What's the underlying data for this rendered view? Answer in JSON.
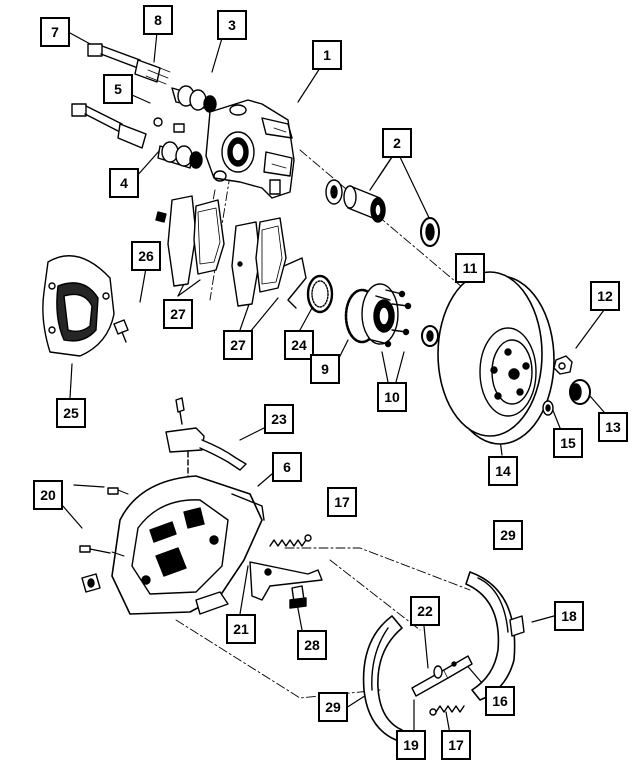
{
  "figure": {
    "type": "exploded-parts-diagram",
    "subject": "rear disc brake, hub and parking brake assembly"
  },
  "callouts": [
    {
      "id": "c7",
      "label": "7"
    },
    {
      "id": "c8",
      "label": "8"
    },
    {
      "id": "c3",
      "label": "3"
    },
    {
      "id": "c1",
      "label": "1"
    },
    {
      "id": "c5",
      "label": "5"
    },
    {
      "id": "c4",
      "label": "4"
    },
    {
      "id": "c2",
      "label": "2"
    },
    {
      "id": "c26",
      "label": "26"
    },
    {
      "id": "c27a",
      "label": "27"
    },
    {
      "id": "c27b",
      "label": "27"
    },
    {
      "id": "c11",
      "label": "11"
    },
    {
      "id": "c12",
      "label": "12"
    },
    {
      "id": "c24",
      "label": "24"
    },
    {
      "id": "c9",
      "label": "9"
    },
    {
      "id": "c10",
      "label": "10"
    },
    {
      "id": "c25",
      "label": "25"
    },
    {
      "id": "c15",
      "label": "15"
    },
    {
      "id": "c13",
      "label": "13"
    },
    {
      "id": "c23",
      "label": "23"
    },
    {
      "id": "c14",
      "label": "14"
    },
    {
      "id": "c6",
      "label": "6"
    },
    {
      "id": "c20",
      "label": "20"
    },
    {
      "id": "c17a",
      "label": "17"
    },
    {
      "id": "c29a",
      "label": "29"
    },
    {
      "id": "c21",
      "label": "21"
    },
    {
      "id": "c28",
      "label": "28"
    },
    {
      "id": "c22",
      "label": "22"
    },
    {
      "id": "c18",
      "label": "18"
    },
    {
      "id": "c29b",
      "label": "29"
    },
    {
      "id": "c16",
      "label": "16"
    },
    {
      "id": "c19",
      "label": "19"
    },
    {
      "id": "c17b",
      "label": "17"
    }
  ]
}
